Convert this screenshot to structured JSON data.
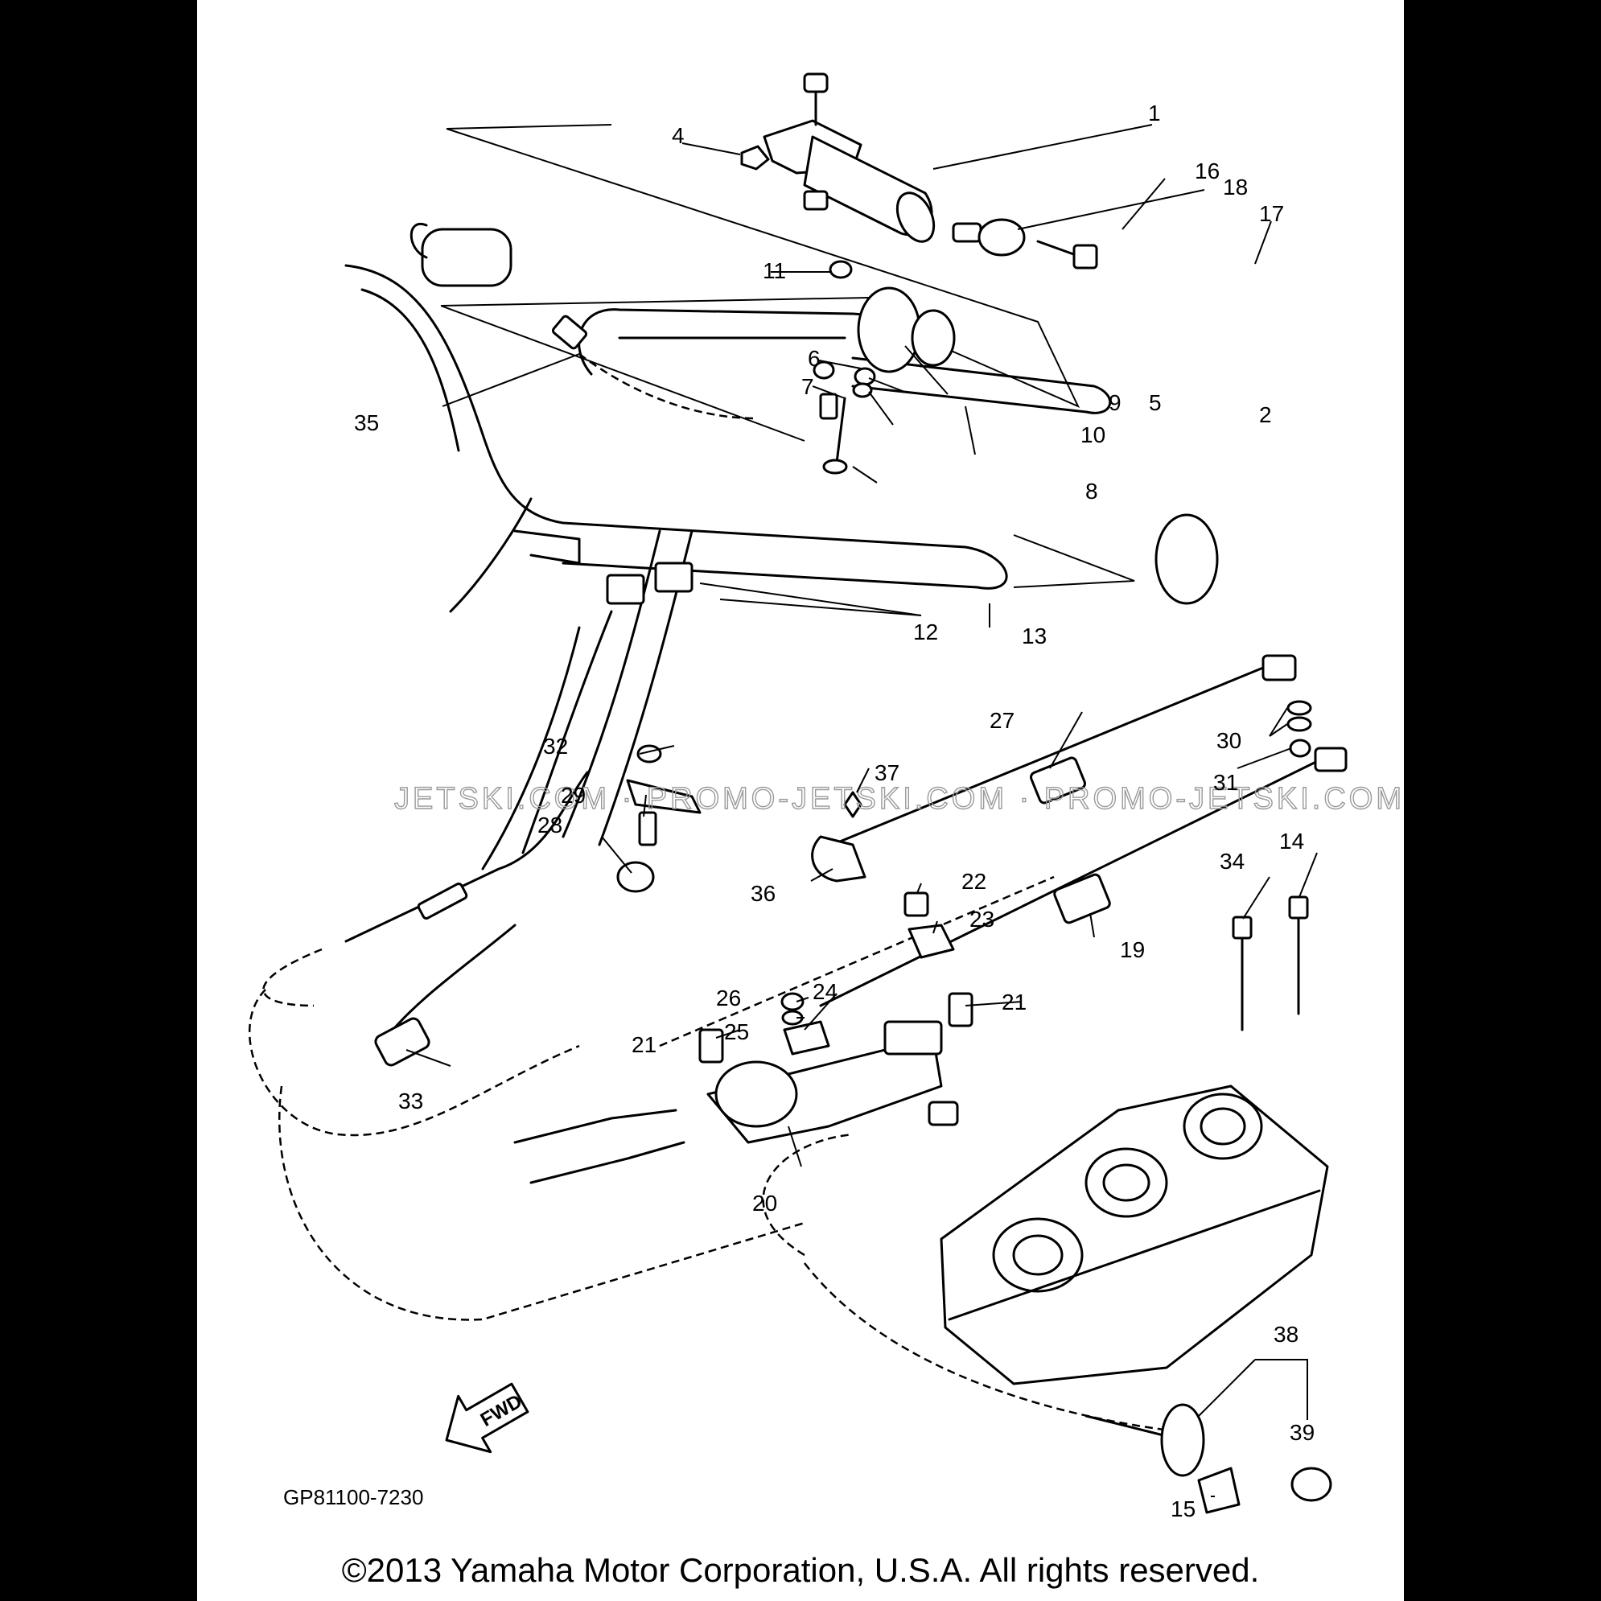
{
  "diagram": {
    "code": "GP81100-7230",
    "fwd_label": "FWD",
    "watermark": "JETSKI.COM · PROMO-JETSKI.COM · PROMO-JETSKI.COM",
    "copyright": "©2013 Yamaha Motor Corporation, U.S.A. All rights reserved.",
    "callouts": [
      {
        "id": "1",
        "label": "1"
      },
      {
        "id": "2",
        "label": "2"
      },
      {
        "id": "4",
        "label": "4"
      },
      {
        "id": "5",
        "label": "5"
      },
      {
        "id": "6",
        "label": "6"
      },
      {
        "id": "7",
        "label": "7"
      },
      {
        "id": "8",
        "label": "8"
      },
      {
        "id": "9",
        "label": "9"
      },
      {
        "id": "10",
        "label": "10"
      },
      {
        "id": "11",
        "label": "11"
      },
      {
        "id": "12",
        "label": "12"
      },
      {
        "id": "13",
        "label": "13"
      },
      {
        "id": "14",
        "label": "14"
      },
      {
        "id": "15",
        "label": "15"
      },
      {
        "id": "16",
        "label": "16"
      },
      {
        "id": "17",
        "label": "17"
      },
      {
        "id": "18",
        "label": "18"
      },
      {
        "id": "19",
        "label": "19"
      },
      {
        "id": "20",
        "label": "20"
      },
      {
        "id": "21a",
        "label": "21"
      },
      {
        "id": "21b",
        "label": "21"
      },
      {
        "id": "22",
        "label": "22"
      },
      {
        "id": "23",
        "label": "23"
      },
      {
        "id": "24",
        "label": "24"
      },
      {
        "id": "25",
        "label": "25"
      },
      {
        "id": "26",
        "label": "26"
      },
      {
        "id": "27",
        "label": "27"
      },
      {
        "id": "28",
        "label": "28"
      },
      {
        "id": "29",
        "label": "29"
      },
      {
        "id": "30",
        "label": "30"
      },
      {
        "id": "31",
        "label": "31"
      },
      {
        "id": "32",
        "label": "32"
      },
      {
        "id": "33",
        "label": "33"
      },
      {
        "id": "34",
        "label": "34"
      },
      {
        "id": "35",
        "label": "35"
      },
      {
        "id": "36",
        "label": "36"
      },
      {
        "id": "37",
        "label": "37"
      },
      {
        "id": "38",
        "label": "38"
      },
      {
        "id": "39",
        "label": "39"
      }
    ]
  }
}
